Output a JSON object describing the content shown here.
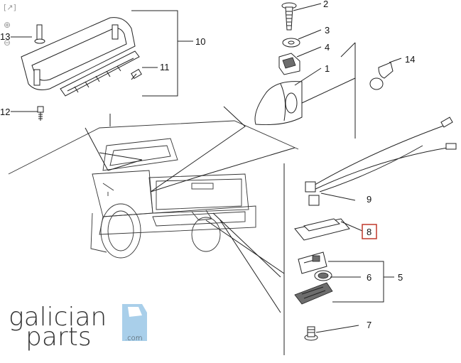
{
  "toolbar": {
    "expand_icon": "expand-icon",
    "zoom_in_icon": "zoom-in-icon",
    "zoom_out_icon": "zoom-out-icon"
  },
  "callouts": {
    "c1": "1",
    "c2": "2",
    "c3": "3",
    "c4": "4",
    "c5": "5",
    "c6": "6",
    "c7": "7",
    "c8": "8",
    "c9": "9",
    "c10": "10",
    "c11": "11",
    "c12": "12",
    "c13": "13",
    "c14": "14"
  },
  "highlight": {
    "callout": "8",
    "color": "#c0392b"
  },
  "logo": {
    "line1": "galician",
    "line2": "parts",
    "suffix": ".com",
    "accent": "#a9cfea"
  }
}
